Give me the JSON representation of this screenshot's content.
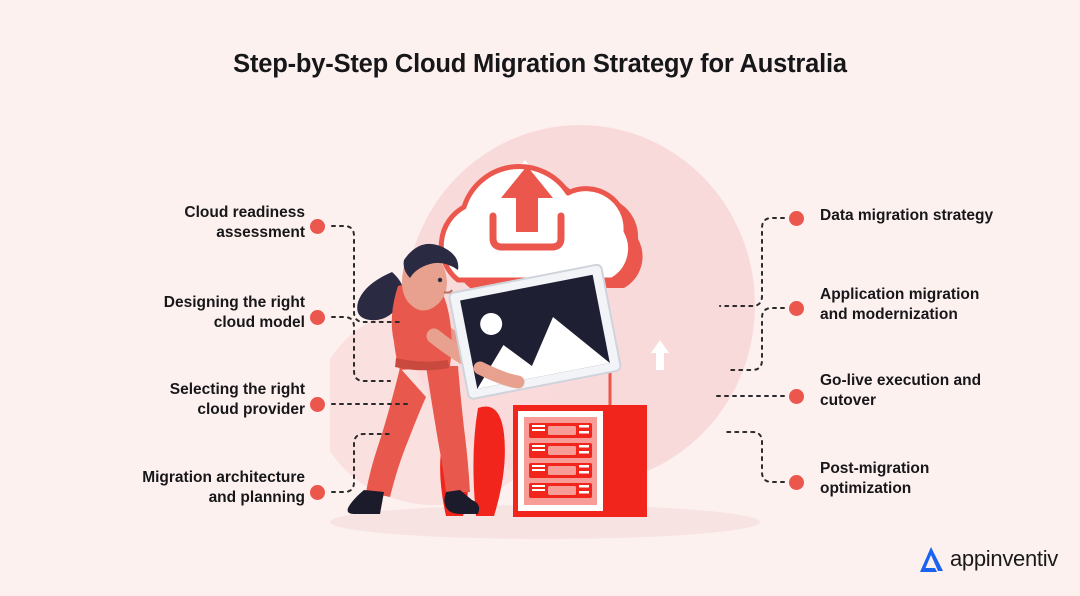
{
  "header": {
    "title": "Step-by-Step Cloud Migration Strategy for Australia"
  },
  "theme": {
    "background": "#FDF1F0",
    "accent_red": "#EC574D",
    "bright_red": "#F1251C",
    "soft_pink": "#F9D9DA",
    "text": "#17171a",
    "logo_blue": "#1A62F0"
  },
  "steps": {
    "left": [
      {
        "line1": "Cloud readiness",
        "line2": "assessment"
      },
      {
        "line1": "Designing the right",
        "line2": "cloud model"
      },
      {
        "line1": "Selecting the right",
        "line2": "cloud provider"
      },
      {
        "line1": "Migration architecture",
        "line2": "and planning"
      }
    ],
    "right": [
      {
        "line1": "Data migration strategy",
        "line2": ""
      },
      {
        "line1": "Application migration",
        "line2": "and modernization"
      },
      {
        "line1": "Go-live execution and",
        "line2": "cutover"
      },
      {
        "line1": "Post-migration",
        "line2": "optimization"
      }
    ]
  },
  "illustration": {
    "alt": "Woman carrying a photo frame toward an upload cloud connected to a server rack",
    "elements": [
      "cloud-upload-icon",
      "person-carrying-frame",
      "server-rack",
      "plant-leaves",
      "floating-up-arrows"
    ]
  },
  "logo": {
    "wordmark": "appinventiv",
    "mark": "appinventiv-a-mark"
  }
}
